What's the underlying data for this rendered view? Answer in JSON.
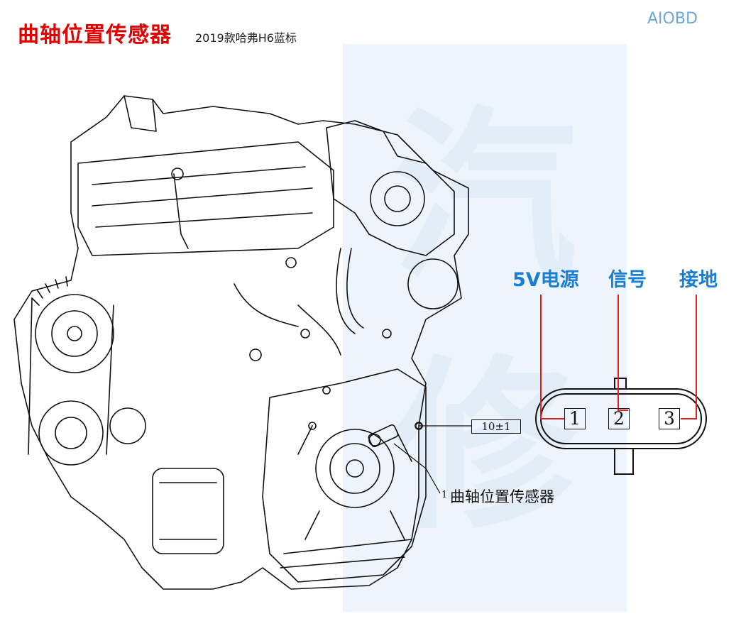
{
  "header": {
    "title": "曲轴位置传感器",
    "subtitle": "2019款哈弗H6蓝标",
    "brand": "AIOBD"
  },
  "callout": {
    "torque": "10±1",
    "part_number": "1",
    "part_label": "曲轴位置传感器"
  },
  "connector": {
    "pins": [
      {
        "number": "1",
        "function": "5V电源",
        "color": "#1a7fd4"
      },
      {
        "number": "2",
        "function": "信号",
        "color": "#1a7fd4"
      },
      {
        "number": "3",
        "function": "接地",
        "color": "#1a7fd4"
      }
    ],
    "wire_color": "#e02020"
  }
}
